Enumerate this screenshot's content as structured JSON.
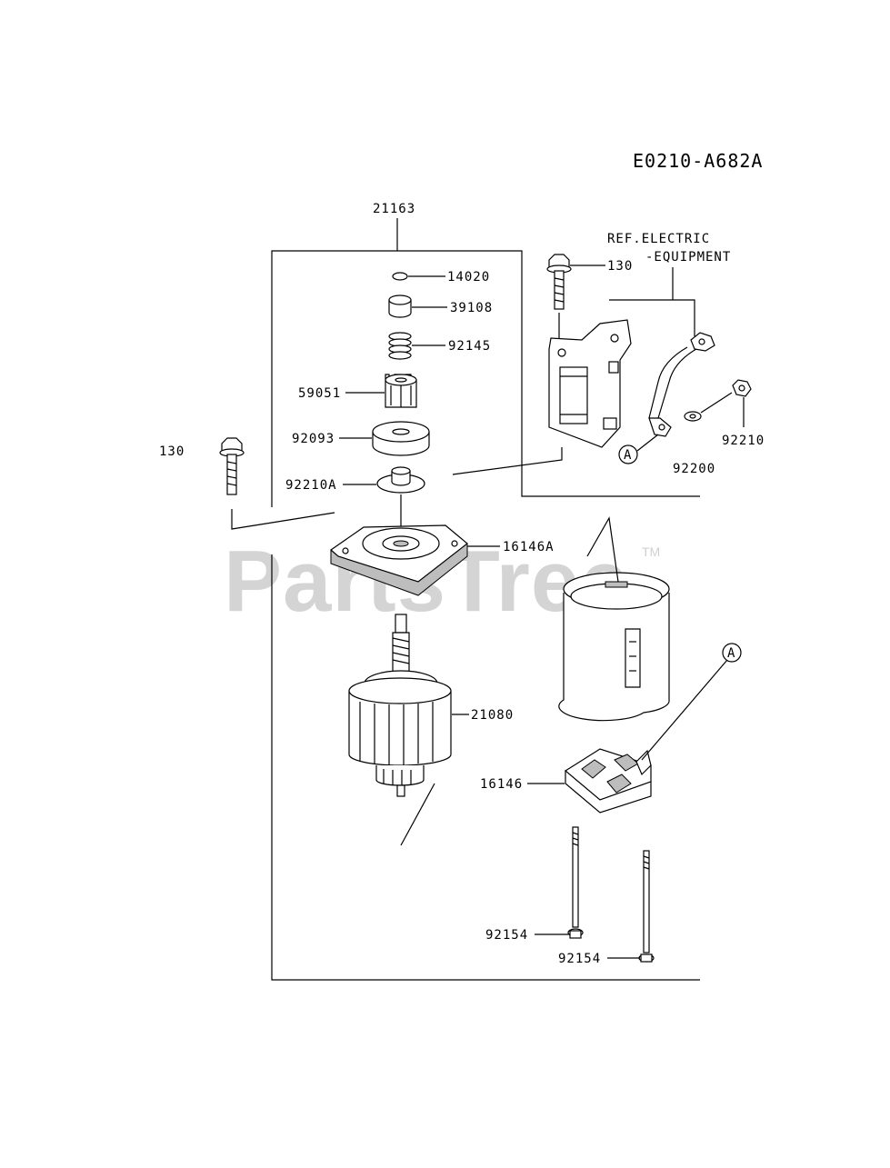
{
  "diagram": {
    "code": "E0210-A682A",
    "watermark": "PartsTree",
    "trademark": "TM",
    "ref_line1": "REF.ELECTRIC",
    "ref_line2": "-EQUIPMENT",
    "callout_a": "A",
    "labels": {
      "p21163": "21163",
      "p14020": "14020",
      "p39108": "39108",
      "p92145": "92145",
      "p59051": "59051",
      "p92093": "92093",
      "p92210A": "92210A",
      "p130_left": "130",
      "p16146A": "16146A",
      "p21080": "21080",
      "p16146": "16146",
      "p92154_a": "92154",
      "p92154_b": "92154",
      "p130_right": "130",
      "p92210": "92210",
      "p92200": "92200"
    }
  }
}
